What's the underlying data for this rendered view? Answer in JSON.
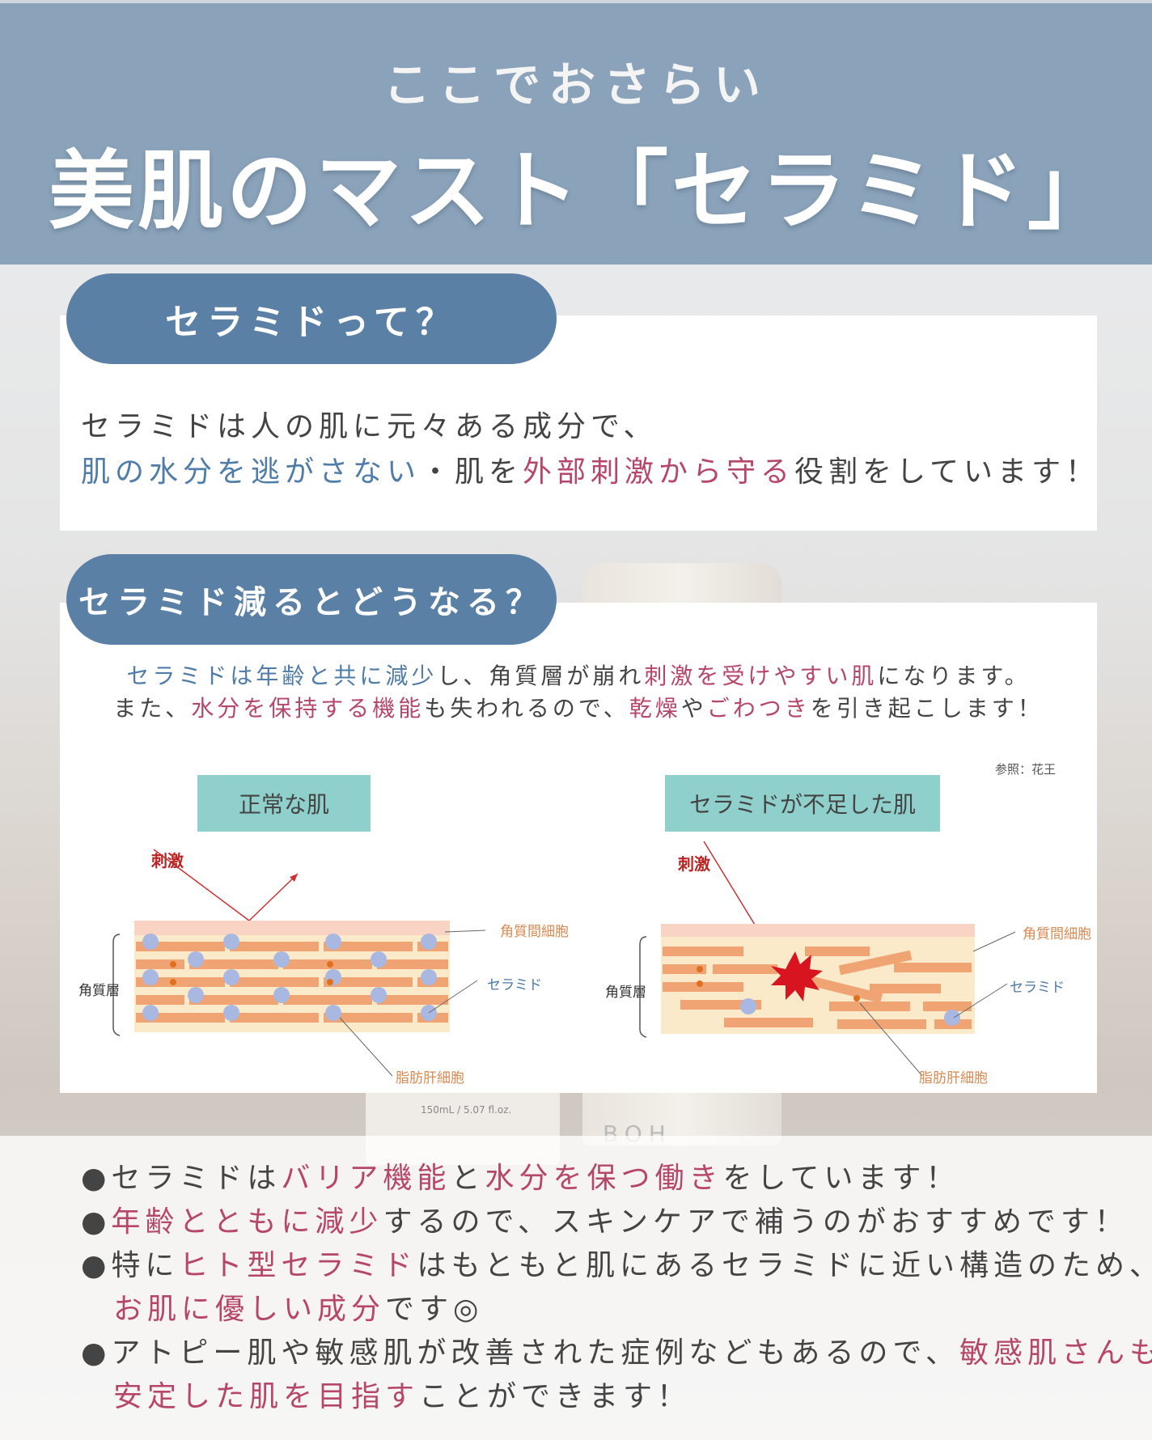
{
  "header": {
    "subtitle": "ここでおさらい",
    "title": "美肌のマスト「セラミド」"
  },
  "section1": {
    "pill": "セラミドって？",
    "line1": "セラミドは人の肌に元々ある成分で、",
    "line2_blue": "肌の水分を逃がさない",
    "line2_mid": "・肌を",
    "line2_red": "外部刺激から守る",
    "line2_end": "役割をしています！"
  },
  "section2": {
    "pill": "セラミド減るとどうなる？",
    "l1_blue": "セラミドは年齢と共に減少",
    "l1_mid": "し、角質層が崩れ",
    "l1_red": "刺激を受けやすい肌",
    "l1_end": "になります。",
    "l2_start": "また、",
    "l2_red1": "水分を保持する機能",
    "l2_mid": "も失われるので、",
    "l2_red2": "乾燥",
    "l2_ya": "や",
    "l2_red3": "ごわつき",
    "l2_end": "を引き起こします！",
    "reference": "参照：花王",
    "normal_label": "正常な肌",
    "deficient_label": "セラミドが不足した肌",
    "stimulus": "刺激",
    "stratum": "角質層",
    "corneocyte": "角質間細胞",
    "ceramide": "セラミド",
    "lipid": "脂肪肝細胞"
  },
  "background": {
    "bottle_text": "150mL / 5.07 fl.oz.",
    "bottle_logo": "BOH"
  },
  "summary": {
    "b1_pre": "●セラミドは",
    "b1_red1": "バリア機能",
    "b1_mid": "と",
    "b1_red2": "水分を保つ働き",
    "b1_end": "をしています！",
    "b2_pre": "●",
    "b2_red": "年齢とともに減少",
    "b2_end": "するので、スキンケアで補うのがおすすめです！",
    "b3_pre": "●特に",
    "b3_red": "ヒト型セラミド",
    "b3_end": "はもともと肌にあるセラミドに近い構造のため、",
    "b3_l2_red": "お肌に優しい成分",
    "b3_l2_end": "です◎",
    "b4_pre": "●アトピー肌や敏感肌が改善された症例などもあるので、",
    "b4_red": "敏感肌さんも",
    "b4_l2_red": "安定した肌を目指す",
    "b4_l2_end": "ことができます！"
  },
  "colors": {
    "header_bg": "#8aa3ba",
    "pill_bg": "#5b80a6",
    "accent_blue": "#4f7ca8",
    "accent_red": "#b6466a",
    "teal": "#8fcfcc"
  }
}
